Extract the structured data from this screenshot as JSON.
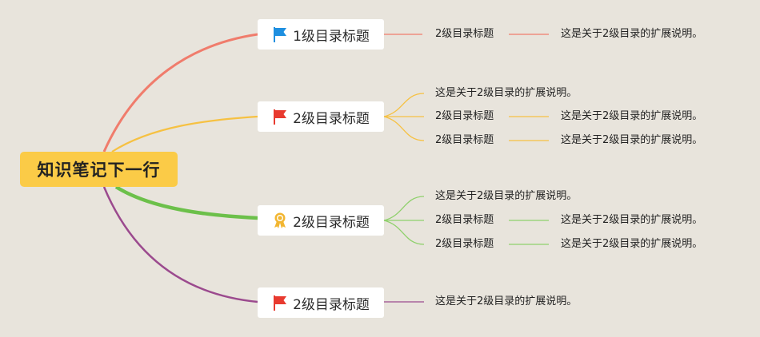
{
  "colors": {
    "background": "#e8e4dc",
    "root": "#fbcb47",
    "branch_coral": "#f07c6c",
    "branch_yellow": "#f6c142",
    "branch_green": "#6cc04a",
    "branch_purple": "#9b4a8e",
    "flag_blue": "#1e8fe0",
    "flag_red": "#e83a2f",
    "badge_gold": "#f2b631"
  },
  "root": {
    "title": "知识笔记下一行"
  },
  "branches": [
    {
      "title": "1级目录标题",
      "icon": "blue-flag-icon",
      "items": [
        {
          "text": "2级目录标题",
          "detail": "这是关于2级目录的扩展说明。"
        }
      ]
    },
    {
      "title": "2级目录标题",
      "icon": "red-flag-icon",
      "items": [
        {
          "text": "这是关于2级目录的扩展说明。"
        },
        {
          "text": "2级目录标题",
          "detail": "这是关于2级目录的扩展说明。"
        },
        {
          "text": "2级目录标题",
          "detail": "这是关于2级目录的扩展说明。"
        }
      ]
    },
    {
      "title": "2级目录标题",
      "icon": "award-medal-icon",
      "items": [
        {
          "text": "这是关于2级目录的扩展说明。"
        },
        {
          "text": "2级目录标题",
          "detail": "这是关于2级目录的扩展说明。"
        },
        {
          "text": "2级目录标题",
          "detail": "这是关于2级目录的扩展说明。"
        }
      ]
    },
    {
      "title": "2级目录标题",
      "icon": "red-flag-icon",
      "items": [
        {
          "text": "这是关于2级目录的扩展说明。"
        }
      ]
    }
  ]
}
